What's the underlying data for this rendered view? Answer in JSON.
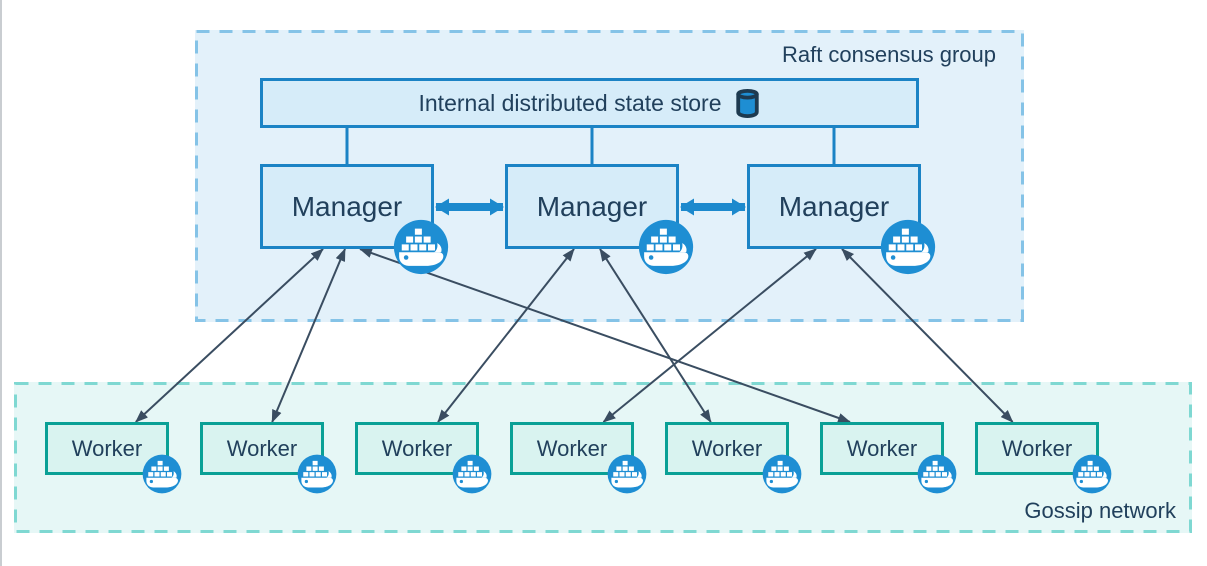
{
  "raft_group": {
    "label": "Raft consensus group",
    "store": {
      "label": "Internal distributed state store",
      "icon": "database-cylinder-icon"
    },
    "managers": [
      {
        "id": "m1",
        "label": "Manager",
        "badge_icon": "docker-whale-icon"
      },
      {
        "id": "m2",
        "label": "Manager",
        "badge_icon": "docker-whale-icon"
      },
      {
        "id": "m3",
        "label": "Manager",
        "badge_icon": "docker-whale-icon"
      }
    ],
    "peer_links": [
      {
        "from": "m1",
        "to": "m2",
        "style": "thick-double-arrow"
      },
      {
        "from": "m2",
        "to": "m3",
        "style": "thick-double-arrow"
      }
    ],
    "store_links": [
      {
        "from": "store",
        "to": "m1"
      },
      {
        "from": "store",
        "to": "m2"
      },
      {
        "from": "store",
        "to": "m3"
      }
    ]
  },
  "gossip_group": {
    "label": "Gossip network",
    "workers": [
      {
        "id": "w1",
        "label": "Worker",
        "badge_icon": "docker-whale-icon"
      },
      {
        "id": "w2",
        "label": "Worker",
        "badge_icon": "docker-whale-icon"
      },
      {
        "id": "w3",
        "label": "Worker",
        "badge_icon": "docker-whale-icon"
      },
      {
        "id": "w4",
        "label": "Worker",
        "badge_icon": "docker-whale-icon"
      },
      {
        "id": "w5",
        "label": "Worker",
        "badge_icon": "docker-whale-icon"
      },
      {
        "id": "w6",
        "label": "Worker",
        "badge_icon": "docker-whale-icon"
      },
      {
        "id": "w7",
        "label": "Worker",
        "badge_icon": "docker-whale-icon"
      }
    ]
  },
  "manager_worker_links": [
    {
      "from": "m1",
      "to": "w1",
      "style": "thin-double-arrow"
    },
    {
      "from": "m1",
      "to": "w2",
      "style": "thin-double-arrow"
    },
    {
      "from": "m1",
      "to": "w6",
      "style": "thin-double-arrow"
    },
    {
      "from": "m2",
      "to": "w3",
      "style": "thin-double-arrow"
    },
    {
      "from": "m2",
      "to": "w5",
      "style": "thin-double-arrow"
    },
    {
      "from": "m3",
      "to": "w4",
      "style": "thin-double-arrow"
    },
    {
      "from": "m3",
      "to": "w7",
      "style": "thin-double-arrow"
    }
  ],
  "colors": {
    "raft_fill": "#e3f1fa",
    "raft_border": "#85c3e7",
    "node_fill": "#d6ecf9",
    "node_border": "#1b83c5",
    "gossip_fill": "#e6f7f6",
    "gossip_border": "#7fd8d2",
    "worker_fill": "#d9f3f0",
    "worker_border": "#0aa096",
    "link": "#3a4d61",
    "peer_arrow": "#1c89cd",
    "docker_blue": "#1e8ed3",
    "text": "#21405c"
  }
}
